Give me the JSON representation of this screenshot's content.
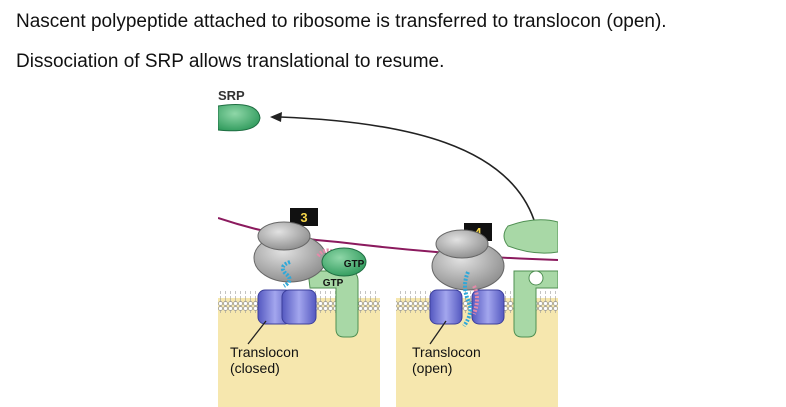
{
  "text_lines": [
    "Nascent polypeptide attached to ribosome is transferred to translocon (open).",
    "Dissociation of SRP allows translational to resume."
  ],
  "figure": {
    "srp_label": "SRP",
    "step_left": "3",
    "step_right": "4",
    "gtp_label_1": "GTP",
    "gtp_label_2": "GTP",
    "left_caption_line1": "Translocon",
    "left_caption_line2": "(closed)",
    "right_caption_line1": "Translocon",
    "right_caption_line2": "(open)"
  },
  "colors": {
    "cytoplasm_yellow": "#f6e7ae",
    "srp_green": "#4caf76",
    "receptor_green": "#a8d8a6",
    "translocon_purple": "#7c80d8",
    "mrna_purple": "#8b1a5e",
    "ribosome_gray": "#b4b4b4",
    "membrane_gray": "#bdbdbd"
  }
}
